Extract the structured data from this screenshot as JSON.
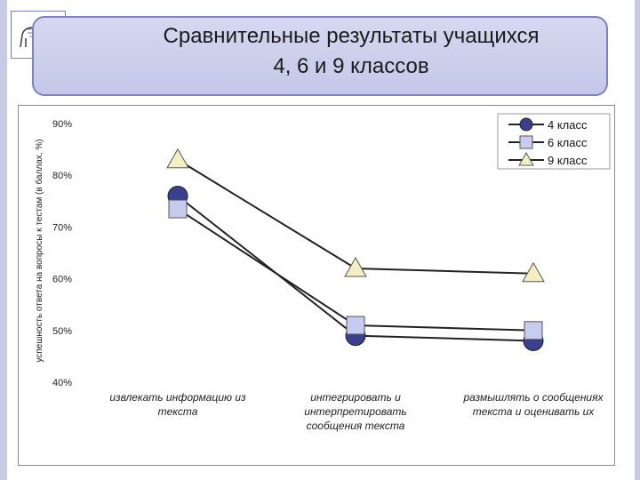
{
  "title": {
    "line1": "Сравнительные результаты учащихся",
    "line2": "4, 6 и 9 классов"
  },
  "logo": {
    "icon": "goat-sketch-icon"
  },
  "colors": {
    "title_bg": "#cfd1ee",
    "series_4": "#3b3f8f",
    "series_6": "#c8cbf0",
    "series_9": "#f2f0c0",
    "line": "#222222"
  },
  "chart_data": {
    "type": "line",
    "title": "",
    "ylabel": "успешность ответа на вопросы к тестам (в баллах, %)",
    "xlabel": "",
    "ylim": [
      40,
      90
    ],
    "yticks": [
      "40%",
      "50%",
      "60%",
      "70%",
      "80%",
      "90%"
    ],
    "categories": [
      [
        "извлекать информацию из",
        "текста"
      ],
      [
        "интегрировать и",
        "интерпретировать",
        "сообщения текста"
      ],
      [
        "размышлять о сообщениях",
        "текста и оценивать их"
      ]
    ],
    "series": [
      {
        "name": "4 класс",
        "marker": "circle",
        "values": [
          76,
          49,
          48
        ]
      },
      {
        "name": "6 класс",
        "marker": "square",
        "values": [
          73.5,
          51,
          50
        ]
      },
      {
        "name": "9 класс",
        "marker": "triangle",
        "values": [
          83,
          62,
          61
        ]
      }
    ],
    "legend": "top-right",
    "grid": false
  }
}
